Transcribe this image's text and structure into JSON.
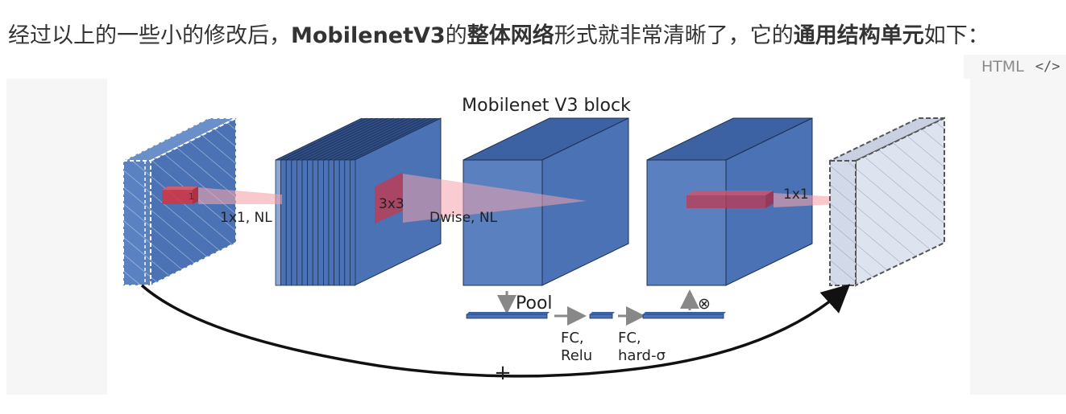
{
  "intro": {
    "part1": "经过以上的一些小的修改后，",
    "bold1": "MobilenetV3",
    "part2": "的",
    "bold2": "整体网络",
    "part3": "形式就非常清晰了，它的",
    "bold3": "通用结构单元",
    "part4": "如下："
  },
  "code_block": {
    "lang": "HTML",
    "copy_icon": "code-icon"
  },
  "diagram": {
    "title": "Mobilenet V3 block",
    "small_kernel": "1",
    "label_1x1_nl": "1x1, NL",
    "label_3x3": "3x3",
    "label_dwise": "Dwise, NL",
    "label_pool": "Pool",
    "label_fc1_a": "FC,",
    "label_fc1_b": "Relu",
    "label_fc2_a": "FC,",
    "label_fc2_b": "hard-σ",
    "label_mult": "⊗",
    "label_1x1": "1x1",
    "label_plus": "+",
    "colors": {
      "block": "#4a72b4",
      "block_light": "#6b8fc9",
      "block_top": "#3d62a3",
      "red": "#d6343f",
      "pale": "#dde3ef"
    }
  }
}
